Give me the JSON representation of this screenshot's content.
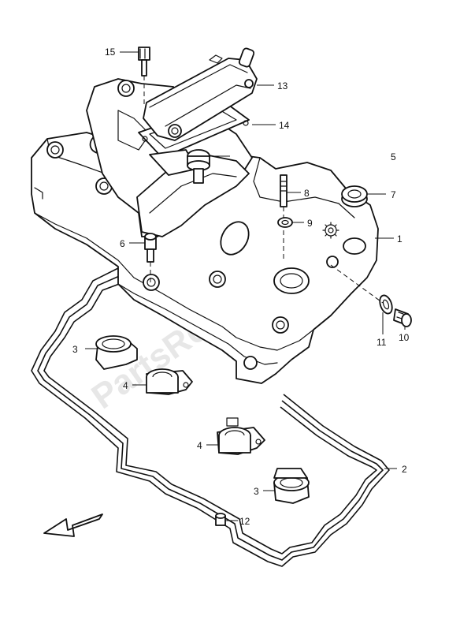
{
  "watermark": "PartsRepublik",
  "callouts": {
    "c1": "1",
    "c2": "2",
    "c3a": "3",
    "c3b": "3",
    "c4a": "4",
    "c4b": "4",
    "c5": "5",
    "c6": "6",
    "c7": "7",
    "c8": "8",
    "c9": "9",
    "c10": "10",
    "c11": "11",
    "c12": "12",
    "c13": "13",
    "c14": "14",
    "c15": "15"
  },
  "icons": {
    "direction_arrow": "front-direction-arrow-icon",
    "gear_logo": "gear-icon"
  }
}
